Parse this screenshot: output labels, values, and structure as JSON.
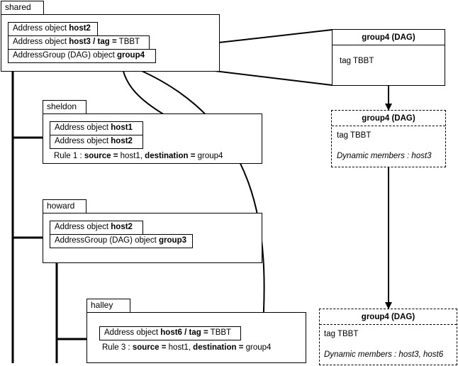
{
  "shared": {
    "tab": "shared",
    "items": [
      {
        "pre": "Address object ",
        "bold": "host2",
        "post": ""
      },
      {
        "pre": "Address object ",
        "bold": "host3 / tag =",
        "post": " TBBT"
      },
      {
        "pre": "AddressGroup (DAG) object ",
        "bold": "group4",
        "post": ""
      }
    ]
  },
  "sheldon": {
    "tab": "sheldon",
    "items": [
      {
        "pre": "Address object ",
        "bold": "host1",
        "post": ""
      },
      {
        "pre": "Address object ",
        "bold": "host2",
        "post": ""
      }
    ],
    "rule": {
      "pre": "Rule 1 : ",
      "b1": "source =",
      "m1": " host1, ",
      "b2": "destination =",
      "m2": " group4"
    }
  },
  "howard": {
    "tab": "howard",
    "items": [
      {
        "pre": "Address object ",
        "bold": "host2",
        "post": ""
      },
      {
        "pre": "AddressGroup (DAG) object ",
        "bold": "group3",
        "post": ""
      }
    ]
  },
  "halley": {
    "tab": "halley",
    "items": [
      {
        "pre": "Address object ",
        "bold": "host6 / tag =",
        "post": " TBBT"
      }
    ],
    "rule": {
      "pre": "Rule 3 : ",
      "b1": "source =",
      "m1": " host1, ",
      "b2": "destination =",
      "m2": " group4"
    }
  },
  "dag_boxes": [
    {
      "title": "group4 (DAG)",
      "tag": "tag TBBT",
      "members": ""
    },
    {
      "title": "group4 (DAG)",
      "tag": "tag TBBT",
      "members": "Dynamic members : host3"
    },
    {
      "title": "group4 (DAG)",
      "tag": "tag TBBT",
      "members": "Dynamic members : host3, host6"
    }
  ]
}
